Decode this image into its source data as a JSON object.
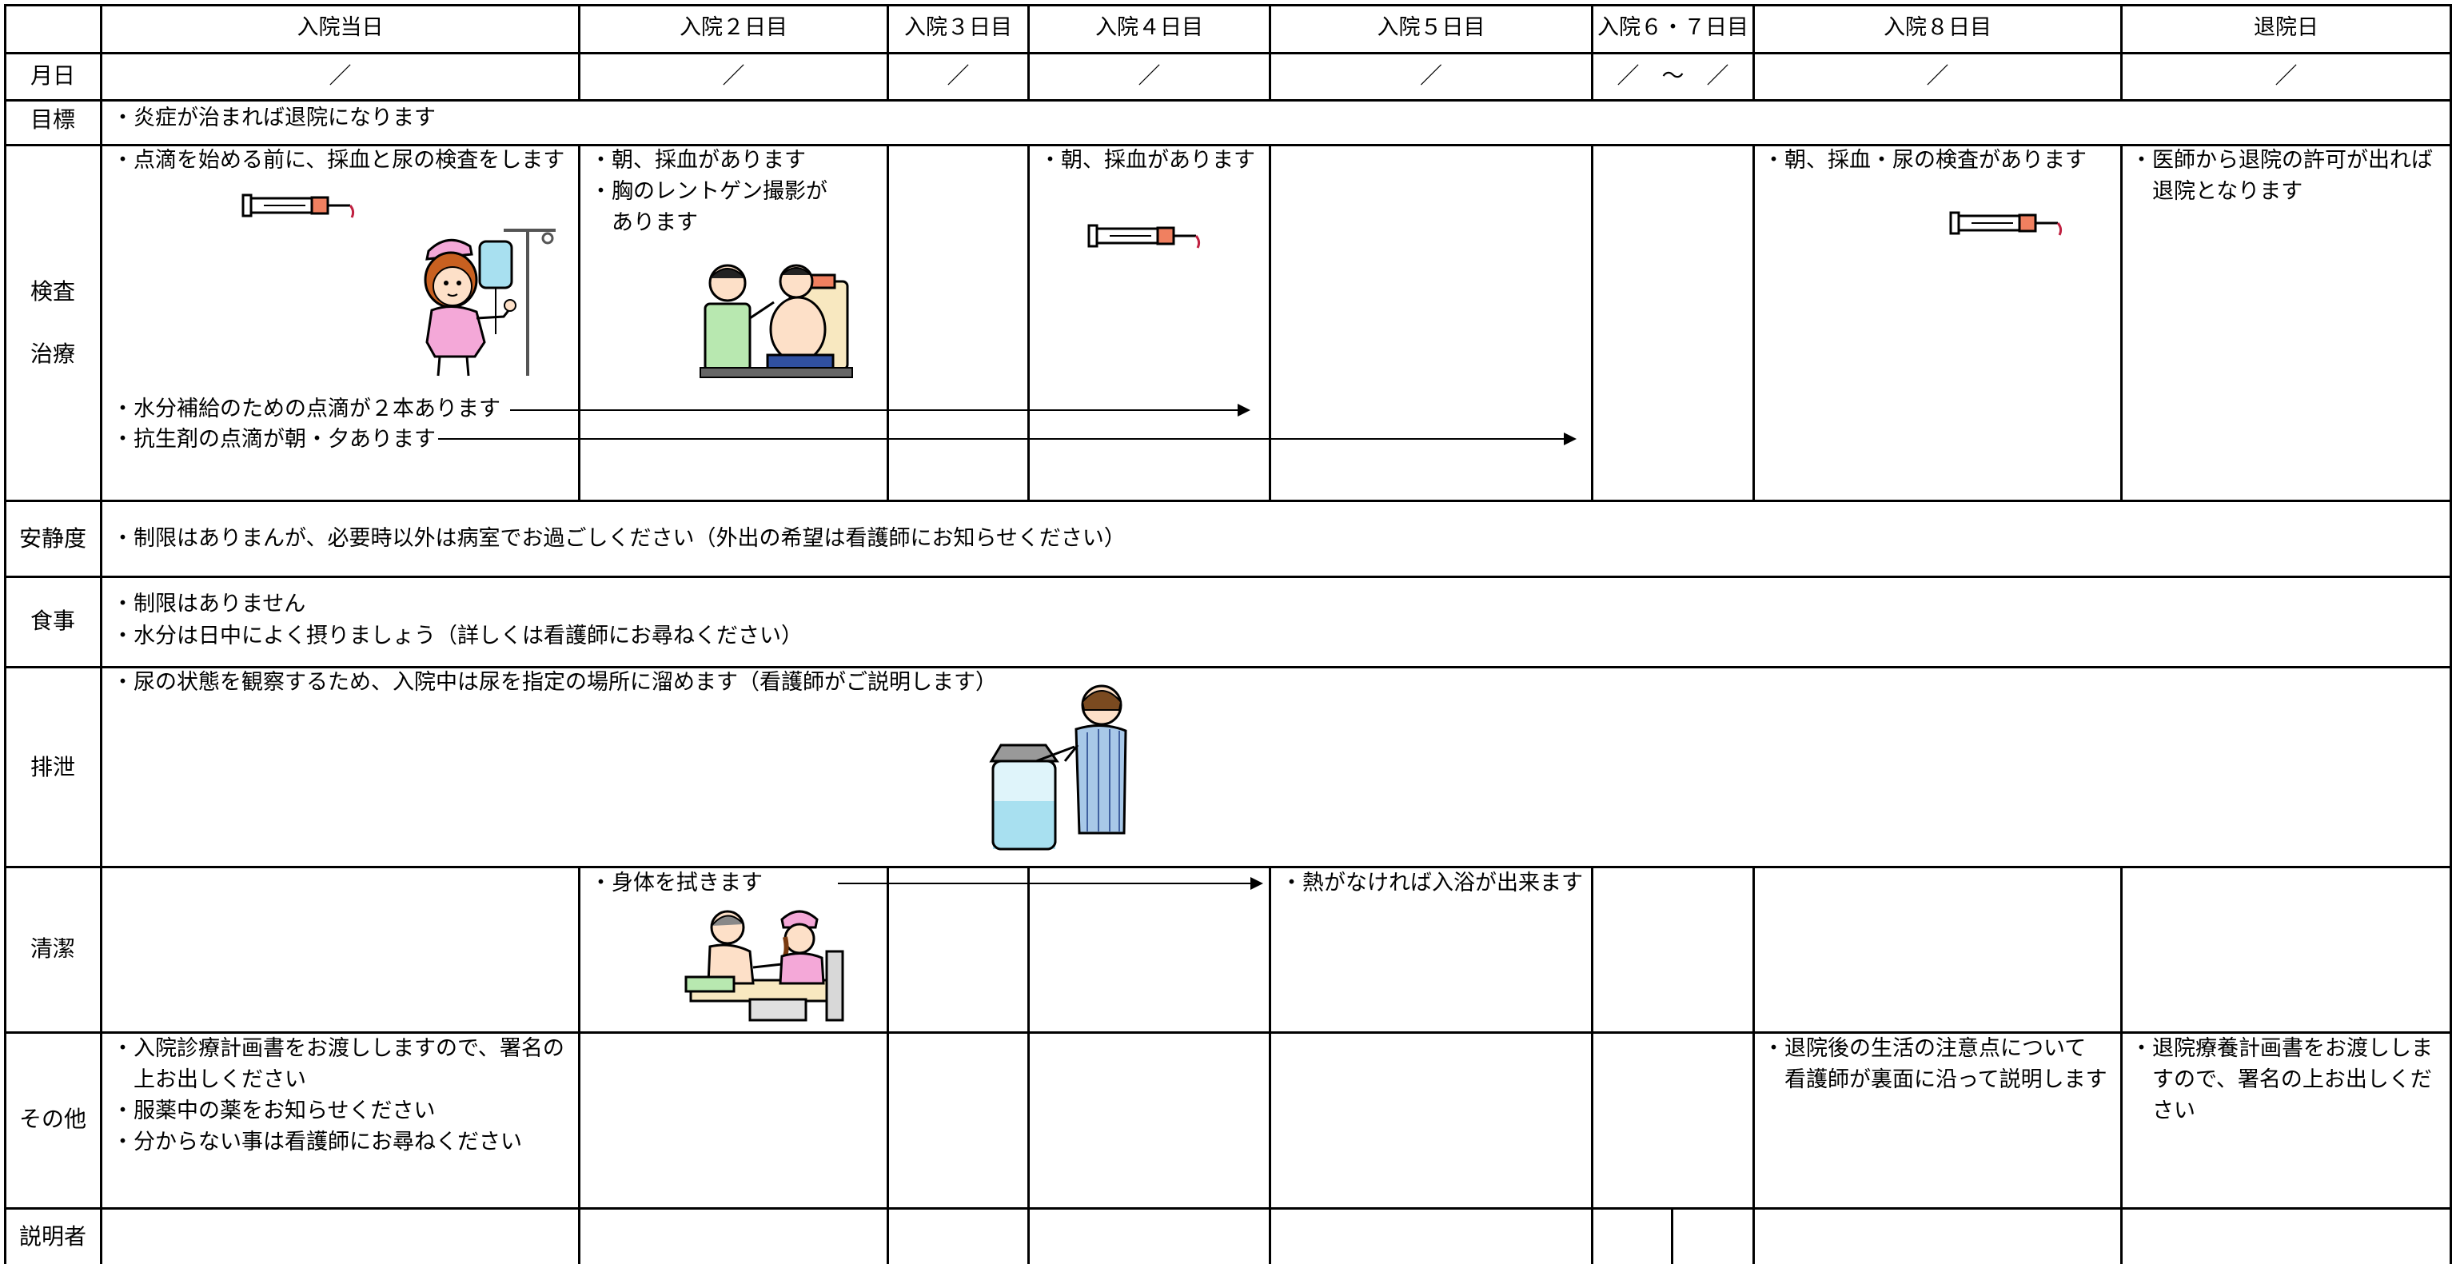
{
  "columns": [
    "入院当日",
    "入院２日目",
    "入院３日目",
    "入院４日目",
    "入院５日目",
    "入院６・７日目",
    "入院８日目",
    "退院日"
  ],
  "rows": {
    "date": "月日",
    "goal": "目標",
    "exam": "検査",
    "treatment": "治療",
    "rest": "安静度",
    "meal": "食事",
    "excretion": "排泄",
    "hygiene": "清潔",
    "other": "その他",
    "explainer": "説明者"
  },
  "date_marks": {
    "single": "／",
    "range": "／　～　／"
  },
  "goal_text": "・炎症が治まれば退院になります",
  "exam": {
    "day1": "・点滴を始める前に、採血と尿の検査をします",
    "day2": [
      "・朝、採血があります",
      "・胸のレントゲン撮影が",
      "　あります"
    ],
    "day4": "・朝、採血があります",
    "day8": "・朝、採血・尿の検査があります",
    "discharge": [
      "・医師から退院の許可が出れば",
      "　退院となります"
    ],
    "iv_fluid": "・水分補給のための点滴が２本あります",
    "iv_antibiotic": "・抗生剤の点滴が朝・夕あります"
  },
  "rest_text": "・制限はありまんが、必要時以外は病室でお過ごしください（外出の希望は看護師にお知らせください）",
  "meal_text": [
    "・制限はありません",
    "・水分は日中によく摂りましょう（詳しくは看護師にお尋ねください）"
  ],
  "excretion_text": "・尿の状態を観察するため、入院中は尿を指定の場所に溜めます（看護師がご説明します）",
  "hygiene": {
    "day2": "・身体を拭きます",
    "day5": "・熱がなければ入浴が出来ます"
  },
  "other": {
    "day1": [
      "・入院診療計画書をお渡ししますので、署名の",
      "　上お出しください",
      "・服薬中の薬をお知らせください",
      "・分からない事は看護師にお尋ねください"
    ],
    "day8": [
      "・退院後の生活の注意点について",
      "　看護師が裏面に沿って説明します"
    ],
    "discharge": [
      "・退院療養計画書をお渡ししま",
      "　すので、署名の上お出しくだ",
      "　さい"
    ]
  },
  "icons": [
    "syringe-icon",
    "nurse-with-iv-icon",
    "xray-exam-icon",
    "urine-collection-icon",
    "bed-bath-icon"
  ],
  "colors": {
    "syringe_tip": "#f08060",
    "nurse_uniform": "#f4a8d8",
    "staff_uniform": "#b8e8b0",
    "patient_pajama": "#a8c8e8",
    "water": "#a8e0f0"
  }
}
